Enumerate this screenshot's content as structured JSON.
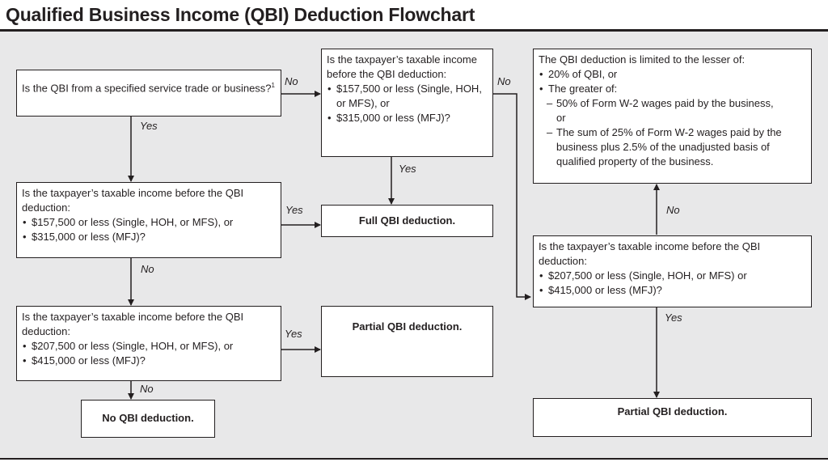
{
  "title": "Qualified Business Income (QBI) Deduction Flowchart",
  "nodes": {
    "sstb": {
      "question": "Is the QBI from a specified service trade or business?",
      "footnote": "1"
    },
    "income_low_sstb": {
      "question": "Is the taxpayer’s taxable income before the QBI deduction:",
      "bullets": [
        "$157,500 or less (Single, HOH, or MFS), or",
        "$315,000 or less (MFJ)?"
      ]
    },
    "income_high_sstb": {
      "question": "Is the taxpayer’s taxable income before the QBI deduction:",
      "bullets": [
        "$207,500 or less (Single, HOH, or MFS), or",
        "$415,000 or less (MFJ)?"
      ]
    },
    "income_low_nonsstb": {
      "question": "Is the taxpayer’s taxable income before the QBI deduction:",
      "bullets": [
        "$157,500 or less (Single, HOH, or MFS), or",
        "$315,000 or less (MFJ)?"
      ]
    },
    "income_high_nonsstb": {
      "question": "Is the taxpayer’s taxable income before the QBI deduction:",
      "bullets": [
        "$207,500 or less (Single, HOH, or MFS) or",
        "$415,000 or less (MFJ)?"
      ]
    },
    "limit": {
      "intro": "The QBI deduction is limited to the lesser of:",
      "bullet1": "20% of QBI, or",
      "bullet2": "The greater of:",
      "sub1": "50% of Form W-2 wages paid by the business,",
      "sub1_cont": "or",
      "sub2": "The sum of 25% of Form W-2 wages paid by the business plus 2.5% of the unadjusted basis of qualified property of the business."
    },
    "full": "Full QBI deduction.",
    "partial_left": "Partial QBI deduction.",
    "none": "No QBI deduction.",
    "partial_right": "Partial QBI deduction."
  },
  "edge_labels": {
    "sstb_no": "No",
    "sstb_yes": "Yes",
    "low_sstb_yes": "Yes",
    "low_sstb_no": "No",
    "high_sstb_yes": "Yes",
    "high_sstb_no": "No",
    "low_nonsstb_yes": "Yes",
    "low_nonsstb_no": "No",
    "high_nonsstb_no": "No",
    "high_nonsstb_yes": "Yes"
  },
  "colors": {
    "ink": "#231f20",
    "panel": "#e8e8e9",
    "box": "#ffffff"
  }
}
